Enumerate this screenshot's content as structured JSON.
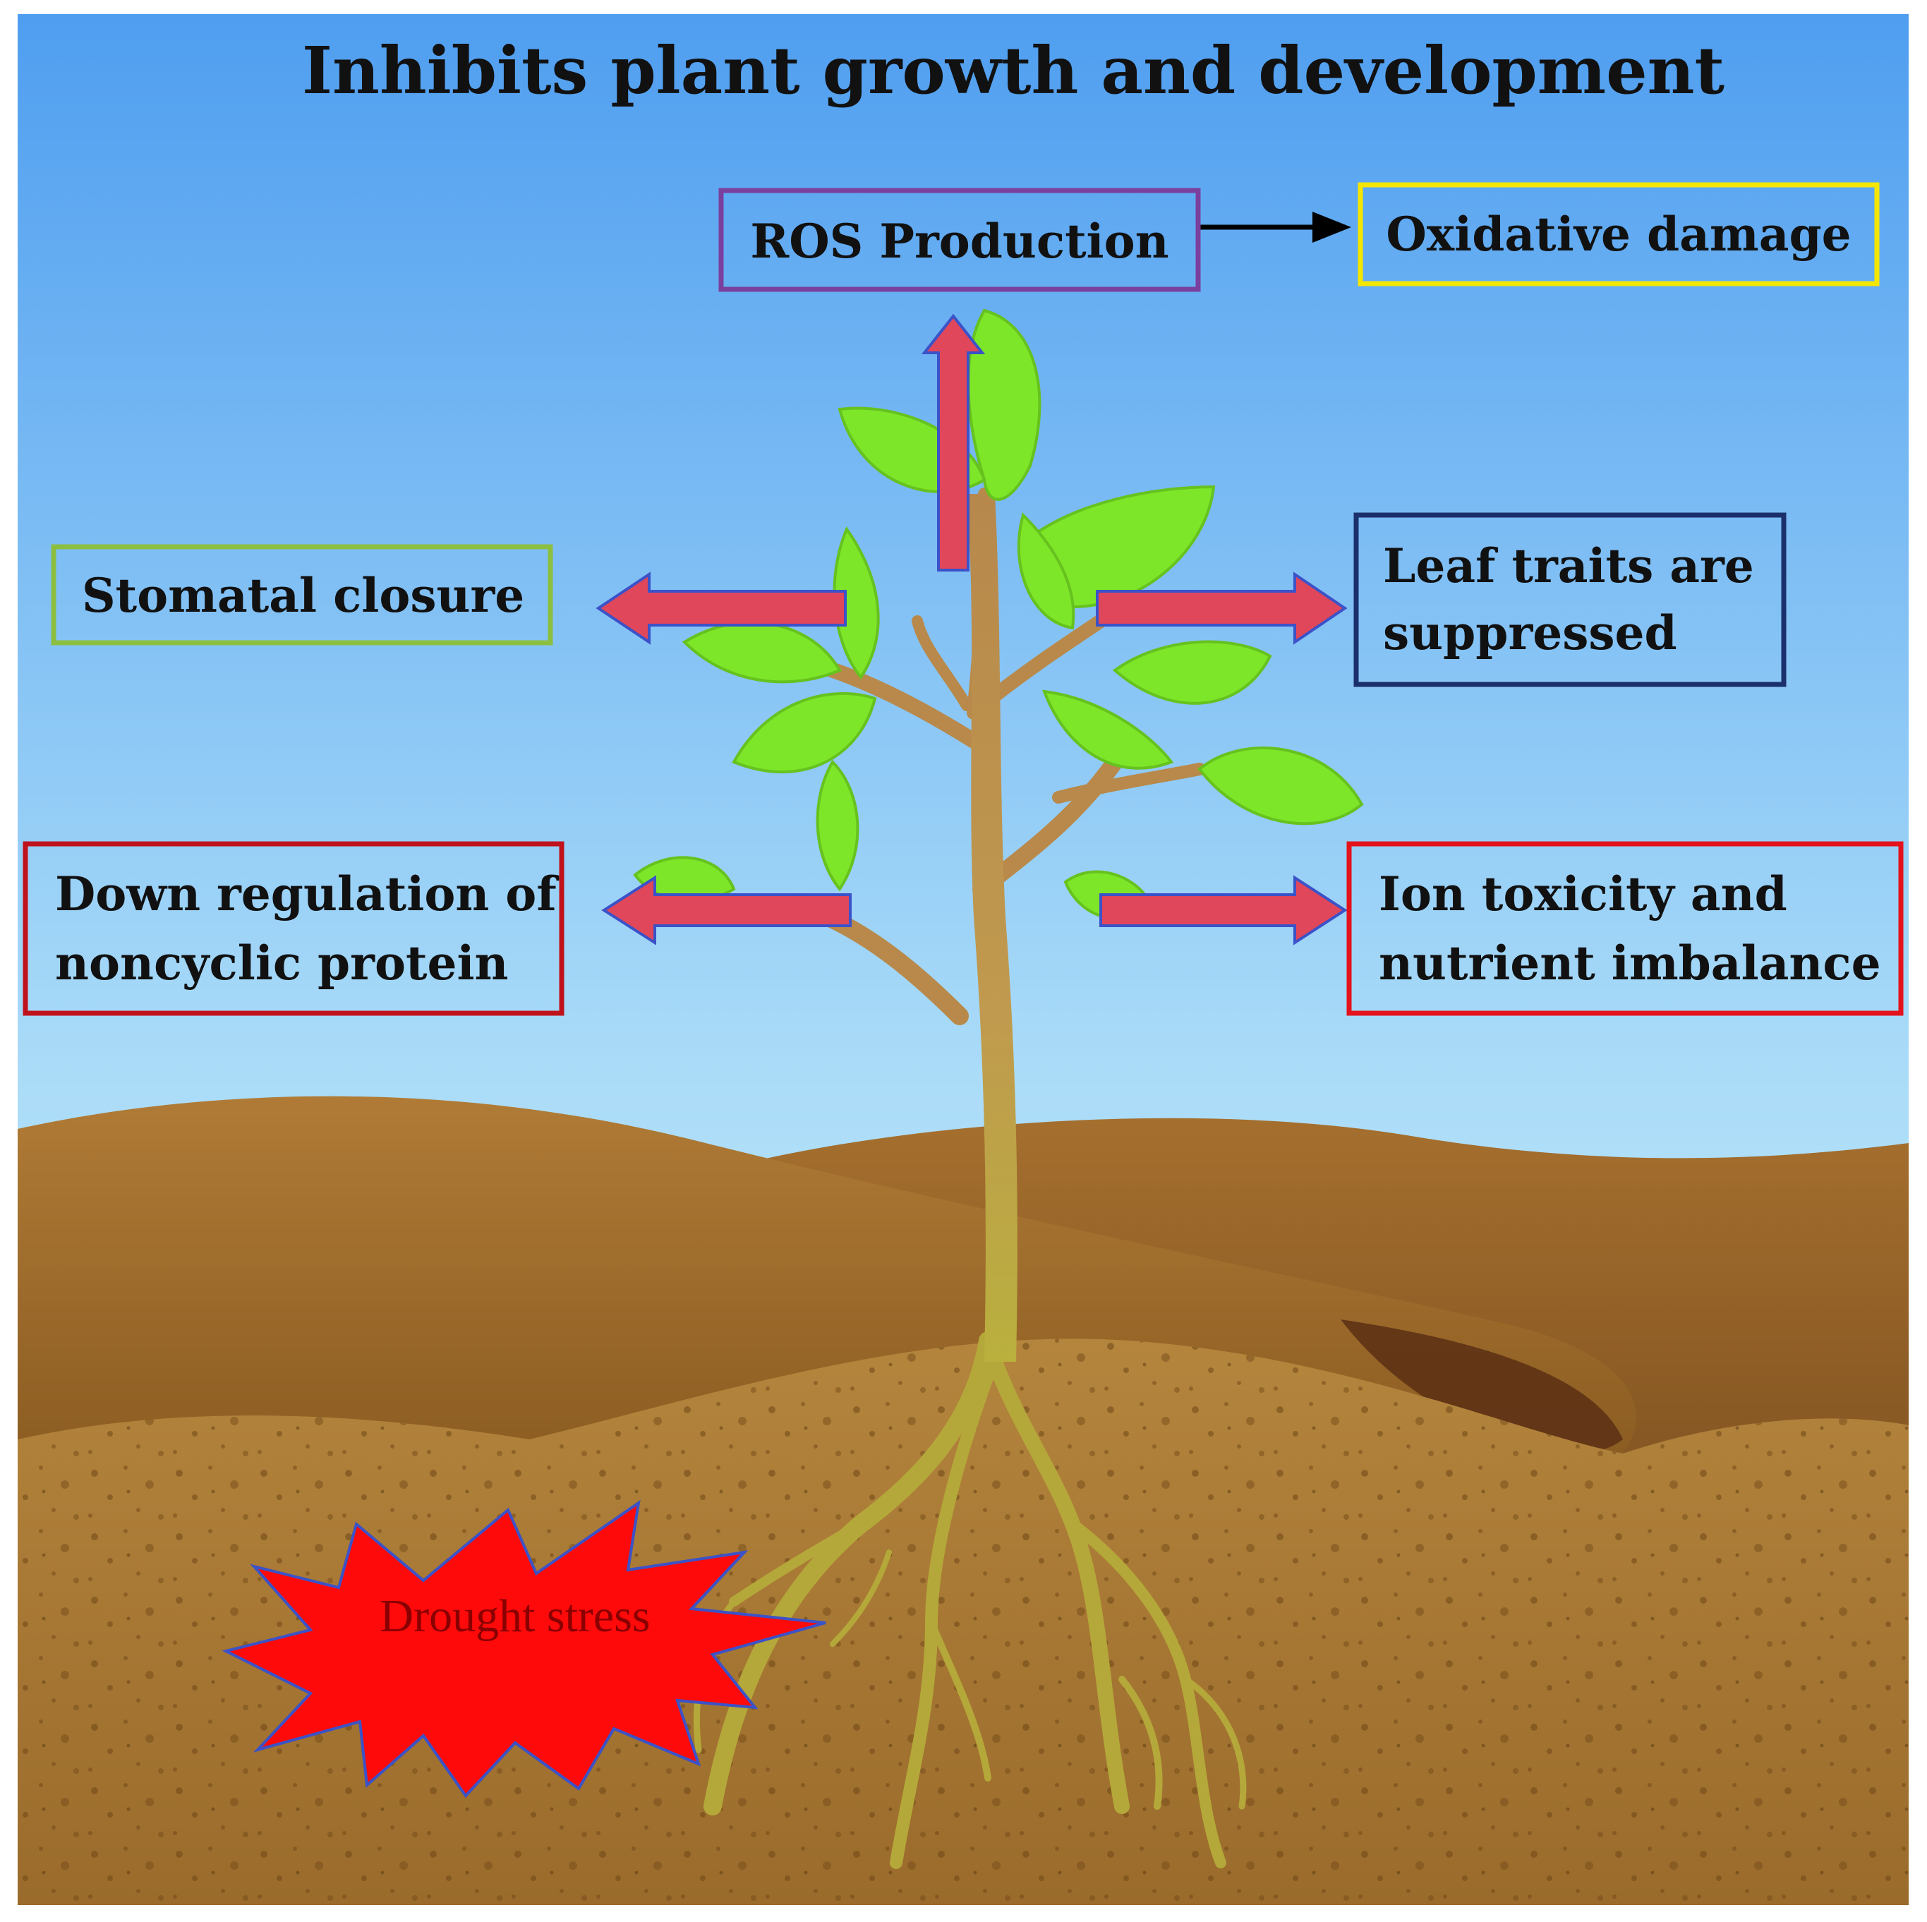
{
  "title": "Inhibits plant growth and development",
  "boxes": {
    "ros": {
      "label": "ROS Production",
      "border_color": "#7b3f9e"
    },
    "oxidative": {
      "label": "Oxidative damage",
      "border_color": "#f5e600"
    },
    "stomatal": {
      "label": "Stomatal closure",
      "border_color": "#8cbf3f"
    },
    "leaf": {
      "lines": [
        "Leaf traits are",
        "suppressed"
      ],
      "border_color": "#1a2f6b"
    },
    "downreg": {
      "lines": [
        "Down regulation of",
        "noncyclic protein"
      ],
      "border_color": "#c0121b"
    },
    "ion": {
      "lines": [
        "Ion toxicity and",
        "nutrient imbalance"
      ],
      "border_color": "#e4121b"
    }
  },
  "stress": {
    "label": "Drought stress",
    "color": "#ff0a0a"
  },
  "colors": {
    "arrow_fill": "#e0475a",
    "arrow_outline": "#3b52c8",
    "sky_top": "#4f9ef0",
    "sky_bottom": "#cdeefb",
    "soil": "#a9772f",
    "leaf": "#7ee629",
    "stem": "#b8894a",
    "root": "#b5a83a"
  }
}
